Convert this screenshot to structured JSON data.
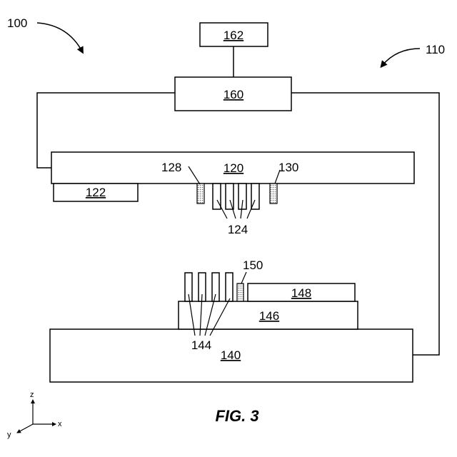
{
  "figure": {
    "caption": "FIG. 3",
    "labels": {
      "system": "100",
      "assembly": "110",
      "upper_unit": "120",
      "unit_122": "122",
      "sensor_128": "128",
      "sensor_130": "130",
      "probes_upper": "124",
      "lower_unit": "140",
      "platform_146": "146",
      "unit_148": "148",
      "sensor_150": "150",
      "probes_lower": "144",
      "controller": "160",
      "unit_162": "162"
    },
    "axes": {
      "z": "z",
      "x": "x",
      "y": "y"
    }
  }
}
